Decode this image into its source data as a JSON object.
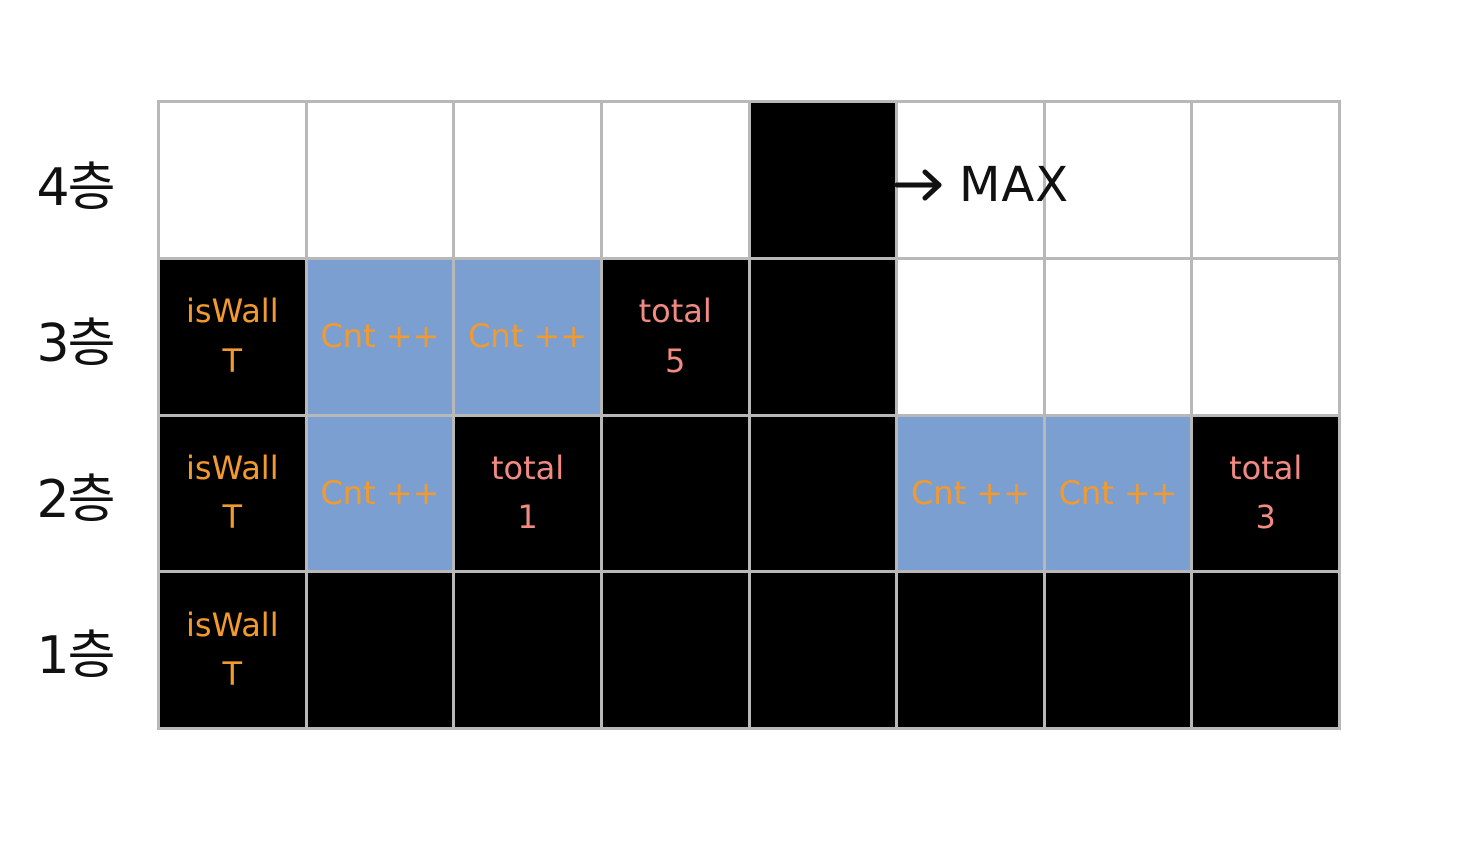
{
  "row_labels": [
    "4층",
    "3층",
    "2층",
    "1층"
  ],
  "annotation": {
    "text": "MAX"
  },
  "grid": [
    [
      {
        "fill": "white"
      },
      {
        "fill": "white"
      },
      {
        "fill": "white"
      },
      {
        "fill": "white"
      },
      {
        "fill": "black"
      },
      {
        "fill": "white"
      },
      {
        "fill": "white"
      },
      {
        "fill": "white"
      }
    ],
    [
      {
        "fill": "black",
        "color": "orange",
        "lines": [
          "isWall",
          "T"
        ]
      },
      {
        "fill": "blue",
        "color": "orange",
        "lines": [
          "Cnt ++"
        ]
      },
      {
        "fill": "blue",
        "color": "orange",
        "lines": [
          "Cnt ++"
        ]
      },
      {
        "fill": "black",
        "color": "pink",
        "lines": [
          "total",
          "5"
        ]
      },
      {
        "fill": "black"
      },
      {
        "fill": "white"
      },
      {
        "fill": "white"
      },
      {
        "fill": "white"
      }
    ],
    [
      {
        "fill": "black",
        "color": "orange",
        "lines": [
          "isWall",
          "T"
        ]
      },
      {
        "fill": "blue",
        "color": "orange",
        "lines": [
          "Cnt ++"
        ]
      },
      {
        "fill": "black",
        "color": "pink",
        "lines": [
          "total",
          "1"
        ]
      },
      {
        "fill": "black"
      },
      {
        "fill": "black"
      },
      {
        "fill": "blue",
        "color": "orange",
        "lines": [
          "Cnt ++"
        ]
      },
      {
        "fill": "blue",
        "color": "orange",
        "lines": [
          "Cnt ++"
        ]
      },
      {
        "fill": "black",
        "color": "pink",
        "lines": [
          "total",
          "3"
        ]
      }
    ],
    [
      {
        "fill": "black",
        "color": "orange",
        "lines": [
          "isWall",
          "T"
        ]
      },
      {
        "fill": "black"
      },
      {
        "fill": "black"
      },
      {
        "fill": "black"
      },
      {
        "fill": "black"
      },
      {
        "fill": "black"
      },
      {
        "fill": "black"
      },
      {
        "fill": "black"
      }
    ]
  ]
}
